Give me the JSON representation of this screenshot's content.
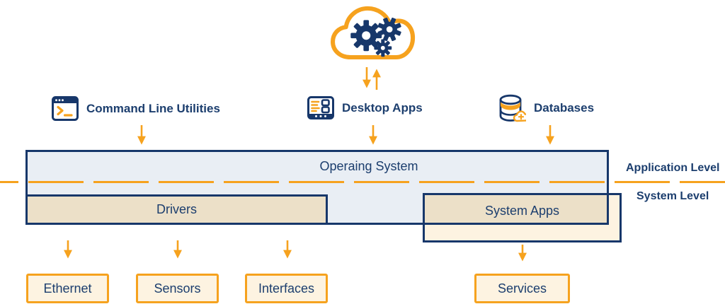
{
  "colors": {
    "navy_border": "#17376A",
    "navy_text": "#1C3E6E",
    "orange": "#F6A21E",
    "os_fill": "#E9EEF4",
    "tan_fill": "#ECE0C8",
    "cream_fill": "#FDF3E1"
  },
  "cloud": {
    "icon": "cloud-with-gears"
  },
  "top_nodes": [
    {
      "id": "command-line-utilities",
      "icon": "terminal-icon",
      "label": "Command Line Utilities"
    },
    {
      "id": "desktop-apps",
      "icon": "desktop-apps-icon",
      "label": "Desktop Apps"
    },
    {
      "id": "databases",
      "icon": "database-icon",
      "label": "Databases"
    }
  ],
  "os_box": {
    "title": "Operaing System"
  },
  "inner_boxes": {
    "drivers": {
      "label": "Drivers"
    },
    "system_apps": {
      "label": "System Apps"
    }
  },
  "level_labels": {
    "application": "Application Level",
    "system": "System Level"
  },
  "bottom_nodes": [
    {
      "id": "ethernet",
      "label": "Ethernet"
    },
    {
      "id": "sensors",
      "label": "Sensors"
    },
    {
      "id": "interfaces",
      "label": "Interfaces"
    },
    {
      "id": "services",
      "label": "Services"
    }
  ]
}
